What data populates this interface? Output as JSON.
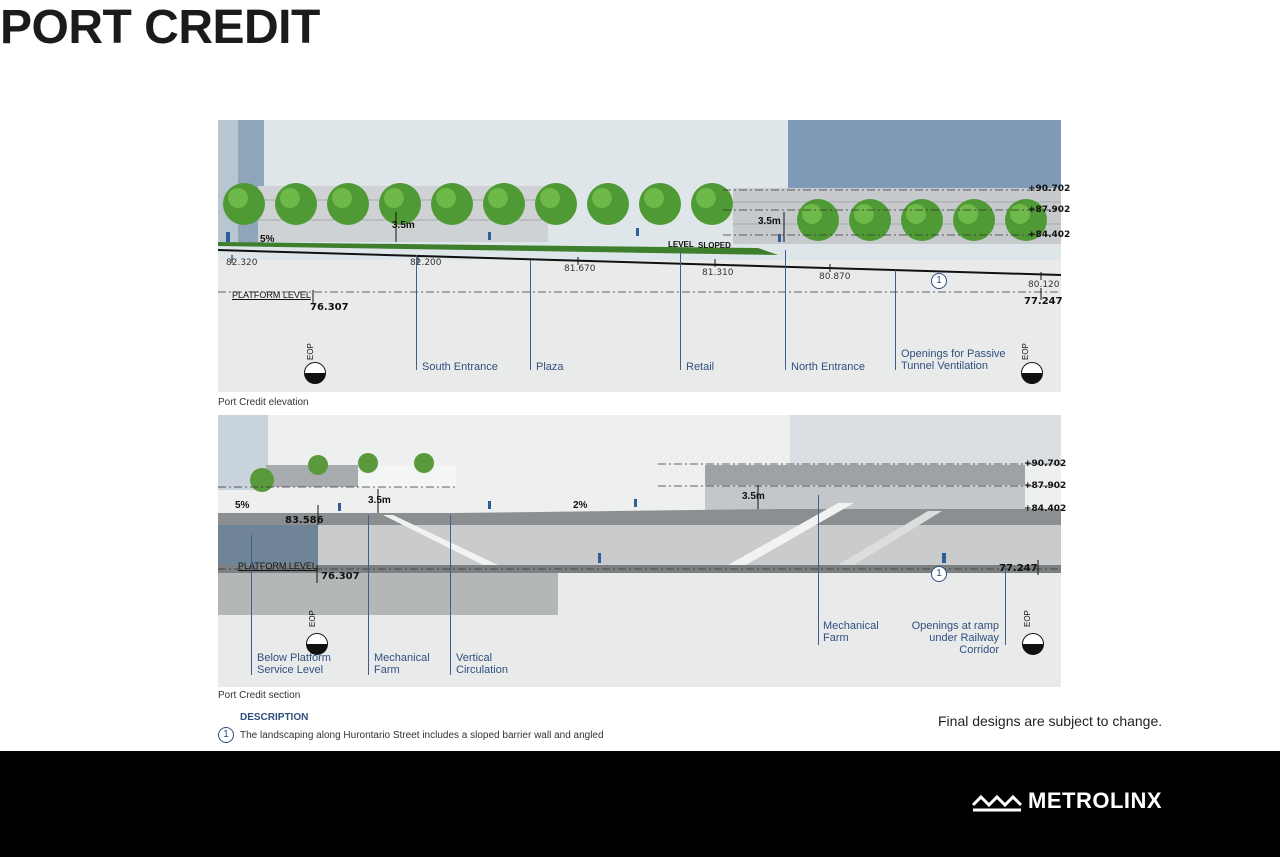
{
  "title": "PORT CREDIT",
  "elevation": {
    "caption": "Port Credit elevation",
    "ground_elevations": [
      "82.320",
      "82.200",
      "81.670",
      "81.310",
      "80.870",
      "80.120"
    ],
    "right_levels": [
      "+90.702",
      "+87.902",
      "+84.402"
    ],
    "height_labels": [
      "3.5m",
      "3.5m"
    ],
    "slope": "5%",
    "level_label": "LEVEL",
    "sloped_label": "SLOPED",
    "platform_level": "PLATFORM LEVEL",
    "platform_left": "76.307",
    "platform_right": "77.247",
    "eop": "EOP",
    "callout_number": "1",
    "callouts": [
      {
        "text": "South Entrance"
      },
      {
        "text": "Plaza"
      },
      {
        "text": "Retail"
      },
      {
        "text": "North Entrance"
      },
      {
        "line1": "Openings for Passive",
        "line2": "Tunnel Ventilation"
      }
    ]
  },
  "section": {
    "caption": "Port Credit section",
    "right_levels": [
      "+90.702",
      "+87.902",
      "+84.402"
    ],
    "height_labels": [
      "3.5m",
      "3.5m"
    ],
    "slopes": [
      "5%",
      "2%"
    ],
    "entrance_level": "83.586",
    "platform_level": "PLATFORM LEVEL",
    "platform_left": "76.307",
    "platform_right": "77.247",
    "eop": "EOP",
    "callout_number": "1",
    "callouts": [
      {
        "line1": "Below Platform",
        "line2": "Service Level"
      },
      {
        "line1": "Mechanical",
        "line2": "Farm"
      },
      {
        "line1": "Vertical",
        "line2": "Circulation"
      },
      {
        "line1": "Mechanical",
        "line2": "Farm"
      },
      {
        "line1": "Openings at ramp",
        "line2": "under Railway Corridor"
      }
    ]
  },
  "description": {
    "heading": "DESCRIPTION",
    "number": "1",
    "text": "The landscaping along Hurontario Street includes a sloped barrier wall and angled"
  },
  "disclaimer": "Final designs are subject to change.",
  "logo": "METROLINX",
  "colors": {
    "callout": "#2f4f7f",
    "footer": "#000000",
    "tree": "#3f8f2e"
  }
}
